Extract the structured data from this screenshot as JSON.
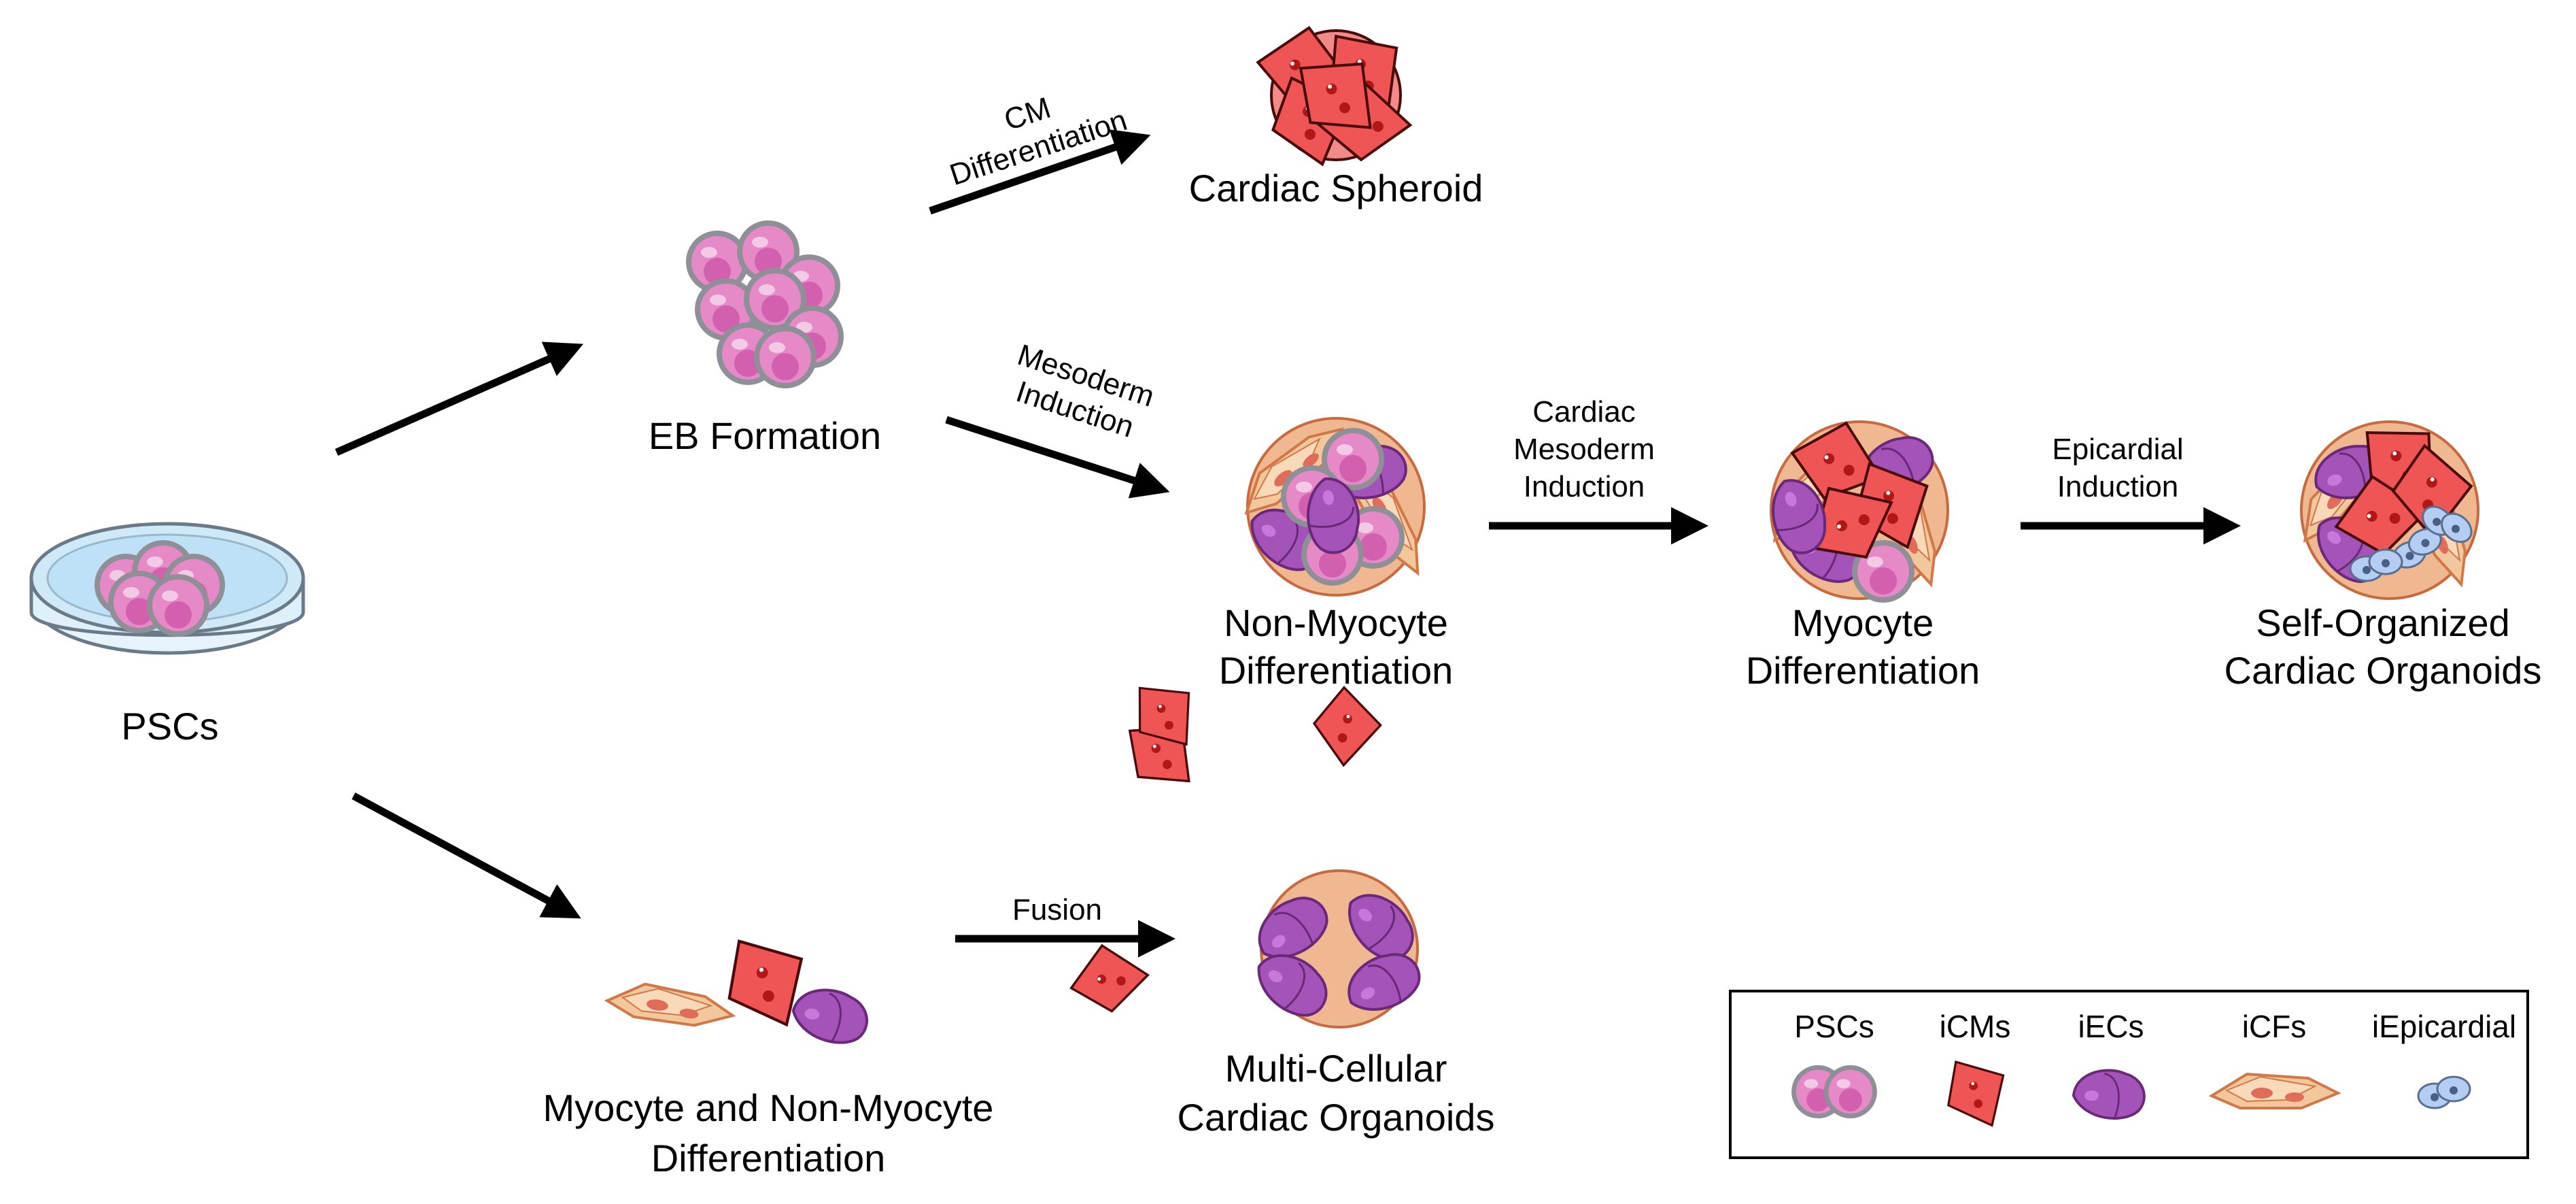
{
  "colors": {
    "psc_pink": "#e58ac6",
    "psc_rim": "#8f8f97",
    "cm_red": "#f05555",
    "cm_nucleus": "#b01818",
    "ec_purple": "#a454b8",
    "cf_tan": "#f3c79c",
    "cf_rim": "#d07848",
    "epi_blue": "#b4cdf2",
    "dish_blue": "#cfe9f8",
    "arrow": "#000000"
  },
  "nodes": {
    "pscs": "PSCs",
    "eb_formation": "EB Formation",
    "cardiac_spheroid": "Cardiac Spheroid",
    "non_myocyte_diff": [
      "Non-Myocyte",
      "Differentiation"
    ],
    "myocyte_diff": [
      "Myocyte",
      "Differentiation"
    ],
    "self_organized": [
      "Self-Organized",
      "Cardiac Organoids"
    ],
    "myo_nonmyo_diff": [
      "Myocyte and Non-Myocyte",
      "Differentiation"
    ],
    "multicellular": [
      "Multi-Cellular",
      "Cardiac Organoids"
    ]
  },
  "steps": {
    "cm_differentiation": [
      "CM",
      "Differentiation"
    ],
    "mesoderm_induction": [
      "Mesoderm",
      "Induction"
    ],
    "cardiac_mesoderm_induction": [
      "Cardiac",
      "Mesoderm",
      "Induction"
    ],
    "epicardial_induction": [
      "Epicardial",
      "Induction"
    ],
    "fusion": "Fusion"
  },
  "legend": {
    "items": [
      {
        "label": "PSCs",
        "icon": "psc-cells-icon"
      },
      {
        "label": "iCMs",
        "icon": "cardiomyocyte-icon"
      },
      {
        "label": "iECs",
        "icon": "endothelial-cell-icon"
      },
      {
        "label": "iCFs",
        "icon": "fibroblast-icon"
      },
      {
        "label": "iEpicardial",
        "icon": "epicardial-cell-icon"
      }
    ]
  }
}
